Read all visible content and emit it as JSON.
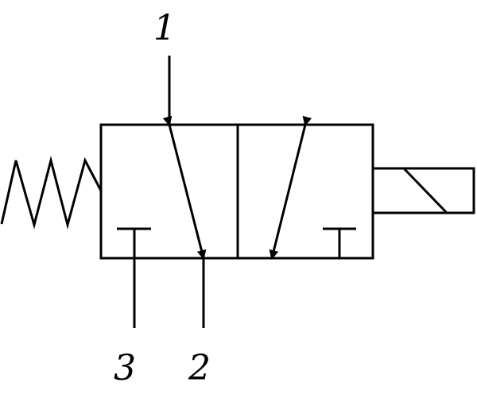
{
  "ports": {
    "p1": "1",
    "p2": "2",
    "p3": "3"
  },
  "colors": {
    "line": "#000000",
    "background": "#ffffff"
  }
}
